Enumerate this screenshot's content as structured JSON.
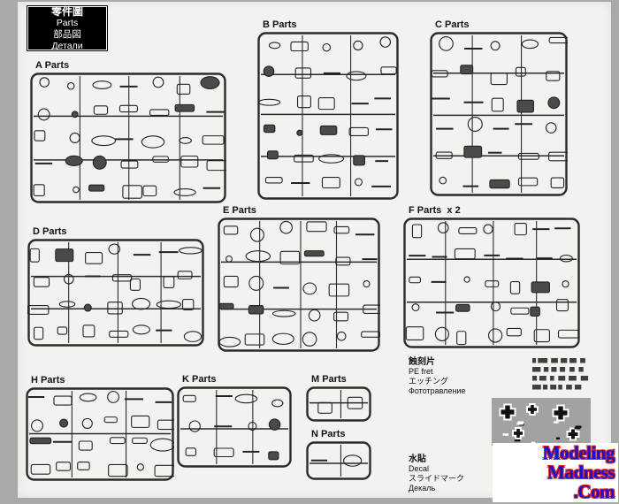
{
  "header": {
    "lines": [
      "零件圖",
      "Parts",
      "部品図",
      "Детали"
    ]
  },
  "panels": [
    {
      "label": "A Parts"
    },
    {
      "label": "B Parts"
    },
    {
      "label": "C Parts"
    },
    {
      "label": "D Parts"
    },
    {
      "label": "E Parts"
    },
    {
      "label": "F Parts  x 2"
    },
    {
      "label": "H Parts"
    },
    {
      "label": "K Parts"
    },
    {
      "label": "M Parts"
    },
    {
      "label": "N Parts"
    }
  ],
  "pe": {
    "lines": [
      "蝕刻片",
      "PE fret",
      "エッチング",
      "Фототравление"
    ]
  },
  "decal_text": {
    "lines": [
      "水貼",
      "Decal",
      "スライドマーク",
      "Декаль"
    ]
  },
  "watermark": {
    "lines": [
      "Modeling",
      "Madness",
      ".Com"
    ]
  },
  "colors": {
    "ink": "#222222",
    "page": "#f2f2ef",
    "decal_gray": "#a2a2a0",
    "watermark_blue": "#1414cf",
    "watermark_red": "#dd2222"
  }
}
